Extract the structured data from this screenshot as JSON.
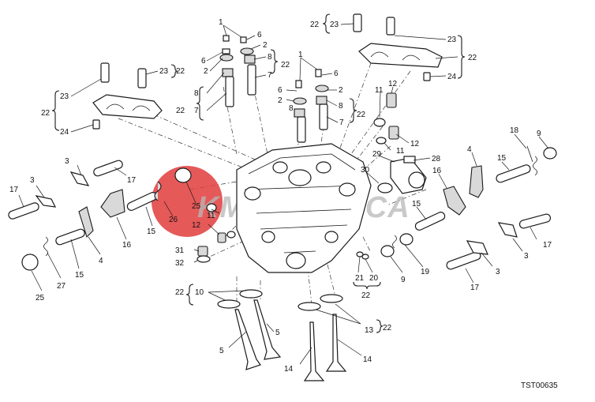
{
  "diagram": {
    "reference_code": "TST00635",
    "watermark": {
      "text": "KMECCANICA",
      "color": "#e23c3c"
    },
    "callouts": [
      {
        "id": "l1a",
        "text": "1"
      },
      {
        "id": "l6a",
        "text": "6"
      },
      {
        "id": "l2a",
        "text": "2"
      },
      {
        "id": "l6b",
        "text": "6"
      },
      {
        "id": "l2b",
        "text": "2"
      },
      {
        "id": "l8a",
        "text": "8"
      },
      {
        "id": "l7a",
        "text": "7"
      },
      {
        "id": "l22a",
        "text": "22"
      },
      {
        "id": "l8b",
        "text": "8"
      },
      {
        "id": "l7b",
        "text": "7"
      },
      {
        "id": "l22b",
        "text": "22"
      },
      {
        "id": "l22c",
        "text": "22"
      },
      {
        "id": "l23a",
        "text": "23"
      },
      {
        "id": "l23b",
        "text": "23"
      },
      {
        "id": "l22d",
        "text": "22"
      },
      {
        "id": "l24a",
        "text": "24"
      },
      {
        "id": "l23c",
        "text": "23"
      },
      {
        "id": "l22e",
        "text": "22"
      },
      {
        "id": "l23d",
        "text": "23"
      },
      {
        "id": "l22f",
        "text": "22"
      },
      {
        "id": "l24b",
        "text": "24"
      },
      {
        "id": "l1b",
        "text": "1"
      },
      {
        "id": "l6c",
        "text": "6"
      },
      {
        "id": "l6d",
        "text": "6"
      },
      {
        "id": "l2c",
        "text": "2"
      },
      {
        "id": "l2d",
        "text": "2"
      },
      {
        "id": "l8c",
        "text": "8"
      },
      {
        "id": "l8d",
        "text": "8"
      },
      {
        "id": "l7c",
        "text": "7"
      },
      {
        "id": "l22g",
        "text": "22"
      },
      {
        "id": "l11a",
        "text": "11"
      },
      {
        "id": "l12a",
        "text": "12"
      },
      {
        "id": "l11b",
        "text": "11"
      },
      {
        "id": "l12b",
        "text": "12"
      },
      {
        "id": "l29",
        "text": "29"
      },
      {
        "id": "l28",
        "text": "28"
      },
      {
        "id": "l30",
        "text": "30"
      },
      {
        "id": "l18",
        "text": "18"
      },
      {
        "id": "l9a",
        "text": "9"
      },
      {
        "id": "l4a",
        "text": "4"
      },
      {
        "id": "l15a",
        "text": "15"
      },
      {
        "id": "l16a",
        "text": "16"
      },
      {
        "id": "l15b",
        "text": "15"
      },
      {
        "id": "l17a",
        "text": "17"
      },
      {
        "id": "l3a",
        "text": "3"
      },
      {
        "id": "l19",
        "text": "19"
      },
      {
        "id": "l9b",
        "text": "9"
      },
      {
        "id": "l3b",
        "text": "3"
      },
      {
        "id": "l17b",
        "text": "17"
      },
      {
        "id": "l21",
        "text": "21"
      },
      {
        "id": "l20",
        "text": "20"
      },
      {
        "id": "l22h",
        "text": "22"
      },
      {
        "id": "l3c",
        "text": "3"
      },
      {
        "id": "l17c",
        "text": "17"
      },
      {
        "id": "l17d",
        "text": "17"
      },
      {
        "id": "l3d",
        "text": "3"
      },
      {
        "id": "l25a",
        "text": "25"
      },
      {
        "id": "l26",
        "text": "26"
      },
      {
        "id": "l15c",
        "text": "15"
      },
      {
        "id": "l16b",
        "text": "16"
      },
      {
        "id": "l11c",
        "text": "11"
      },
      {
        "id": "l12c",
        "text": "12"
      },
      {
        "id": "l31",
        "text": "31"
      },
      {
        "id": "l32",
        "text": "32"
      },
      {
        "id": "l4b",
        "text": "4"
      },
      {
        "id": "l15d",
        "text": "15"
      },
      {
        "id": "l27",
        "text": "27"
      },
      {
        "id": "l25b",
        "text": "25"
      },
      {
        "id": "l22i",
        "text": "22"
      },
      {
        "id": "l10",
        "text": "10"
      },
      {
        "id": "l5a",
        "text": "5"
      },
      {
        "id": "l5b",
        "text": "5"
      },
      {
        "id": "l13",
        "text": "13"
      },
      {
        "id": "l22j",
        "text": "22"
      },
      {
        "id": "l14a",
        "text": "14"
      },
      {
        "id": "l14b",
        "text": "14"
      }
    ]
  }
}
